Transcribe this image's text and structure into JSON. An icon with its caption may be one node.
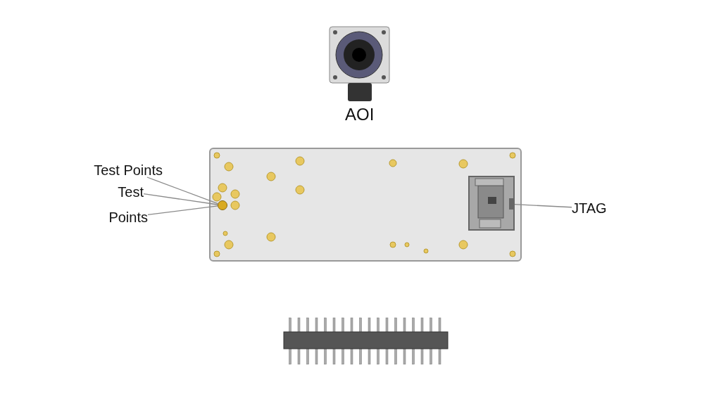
{
  "diagram": {
    "nodes": [
      {
        "text": [
          "Test Points"
        ]
      },
      {
        "text": [
          "Test"
        ]
      },
      {
        "text": [
          "Points"
        ]
      },
      {
        "text": [],
        "shape": "circle"
      },
      {
        "text": [
          "JTAG"
        ]
      },
      {
        "text": [],
        "shape": "box"
      }
    ],
    "edges": [
      {
        "from": 0,
        "to": 3,
        "arrow": "none"
      },
      {
        "from": 1,
        "to": 3,
        "arrow": "none"
      },
      {
        "from": 2,
        "to": 3,
        "arrow": "none"
      },
      {
        "from": 4,
        "to": 5,
        "arrow": "none"
      }
    ],
    "labels": [
      "AOI"
    ]
  }
}
